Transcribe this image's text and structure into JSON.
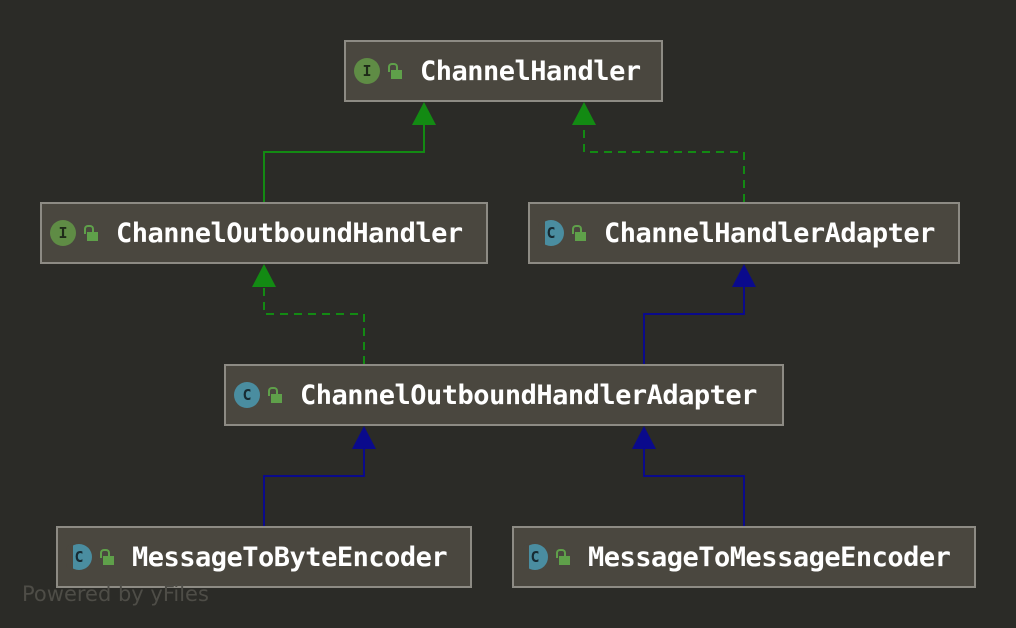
{
  "nodes": {
    "channel_handler": {
      "name": "ChannelHandler",
      "kind": "interface",
      "kind_letter": "I"
    },
    "channel_outbound_handler": {
      "name": "ChannelOutboundHandler",
      "kind": "interface",
      "kind_letter": "I"
    },
    "channel_handler_adapter": {
      "name": "ChannelHandlerAdapter",
      "kind": "abstract-class",
      "kind_letter": "C"
    },
    "channel_outbound_handler_adapter": {
      "name": "ChannelOutboundHandlerAdapter",
      "kind": "class",
      "kind_letter": "C"
    },
    "message_to_byte_encoder": {
      "name": "MessageToByteEncoder",
      "kind": "abstract-class",
      "kind_letter": "C"
    },
    "message_to_message_encoder": {
      "name": "MessageToMessageEncoder",
      "kind": "abstract-class",
      "kind_letter": "C"
    }
  },
  "edges": [
    {
      "from": "ChannelOutboundHandler",
      "to": "ChannelHandler",
      "type": "extends"
    },
    {
      "from": "ChannelHandlerAdapter",
      "to": "ChannelHandler",
      "type": "implements"
    },
    {
      "from": "ChannelOutboundHandlerAdapter",
      "to": "ChannelOutboundHandler",
      "type": "implements"
    },
    {
      "from": "ChannelOutboundHandlerAdapter",
      "to": "ChannelHandlerAdapter",
      "type": "extends"
    },
    {
      "from": "MessageToByteEncoder",
      "to": "ChannelOutboundHandlerAdapter",
      "type": "extends"
    },
    {
      "from": "MessageToMessageEncoder",
      "to": "ChannelOutboundHandlerAdapter",
      "type": "extends"
    }
  ],
  "colors": {
    "background": "#2b2b27",
    "node_fill": "#4a473f",
    "node_border": "#8d8b84",
    "interface_edge": "#138a13",
    "class_edge": "#0a0a8c",
    "interface_icon": "#5f8c45",
    "class_icon": "#4a8da0",
    "lock_icon": "#5fa04a"
  },
  "watermark": "Powered by yFiles"
}
